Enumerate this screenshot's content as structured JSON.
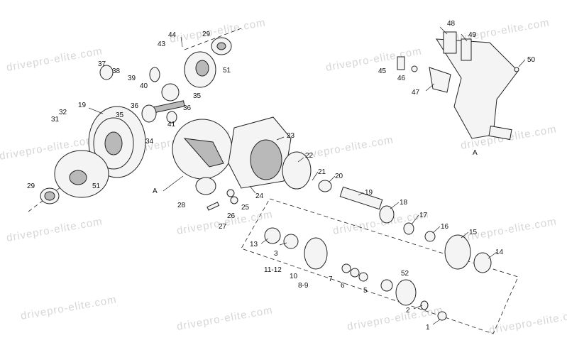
{
  "watermark": "drivepro-elite.com",
  "view_label": "A",
  "callouts": {
    "c1": "1",
    "c2": "2",
    "c3": "3",
    "c5": "5",
    "c6": "6",
    "c7": "7",
    "c8_9": "8-9",
    "c10": "10",
    "c11_12": "11-12",
    "c13": "13",
    "c14": "14",
    "c15": "15",
    "c16": "16",
    "c17": "17",
    "c18": "18",
    "c19": "19",
    "c20": "20",
    "c21": "21",
    "c22": "22",
    "c23": "23",
    "c24": "24",
    "c25": "25",
    "c26": "26",
    "c27": "27",
    "c28": "28",
    "c29": "29",
    "c31": "31",
    "c32": "32",
    "c34": "34",
    "c35": "35",
    "c36": "36",
    "c37": "37",
    "c38": "38",
    "c39": "39",
    "c40": "40",
    "c41": "41",
    "c43": "43",
    "c44": "44",
    "c45": "45",
    "c46": "46",
    "c47": "47",
    "c48": "48",
    "c49": "49",
    "c50": "50",
    "c51": "51",
    "c52": "52"
  }
}
